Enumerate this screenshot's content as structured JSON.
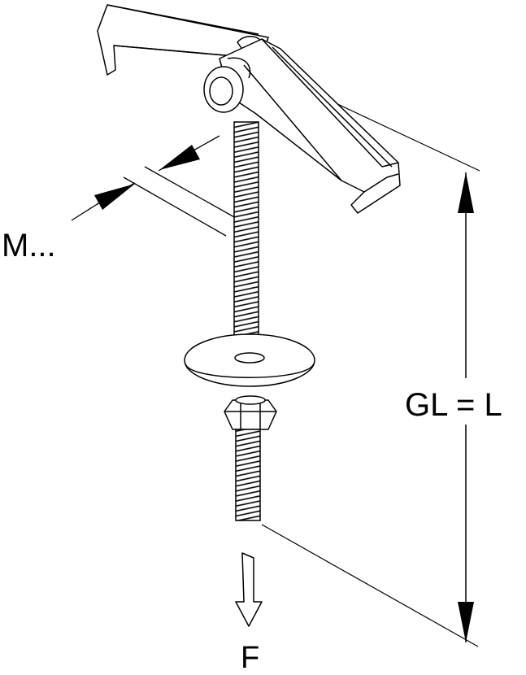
{
  "labels": {
    "diameter": "M...",
    "length": "GL = L",
    "force": "F"
  },
  "colors": {
    "line": "#000000",
    "fill": "#ffffff"
  }
}
